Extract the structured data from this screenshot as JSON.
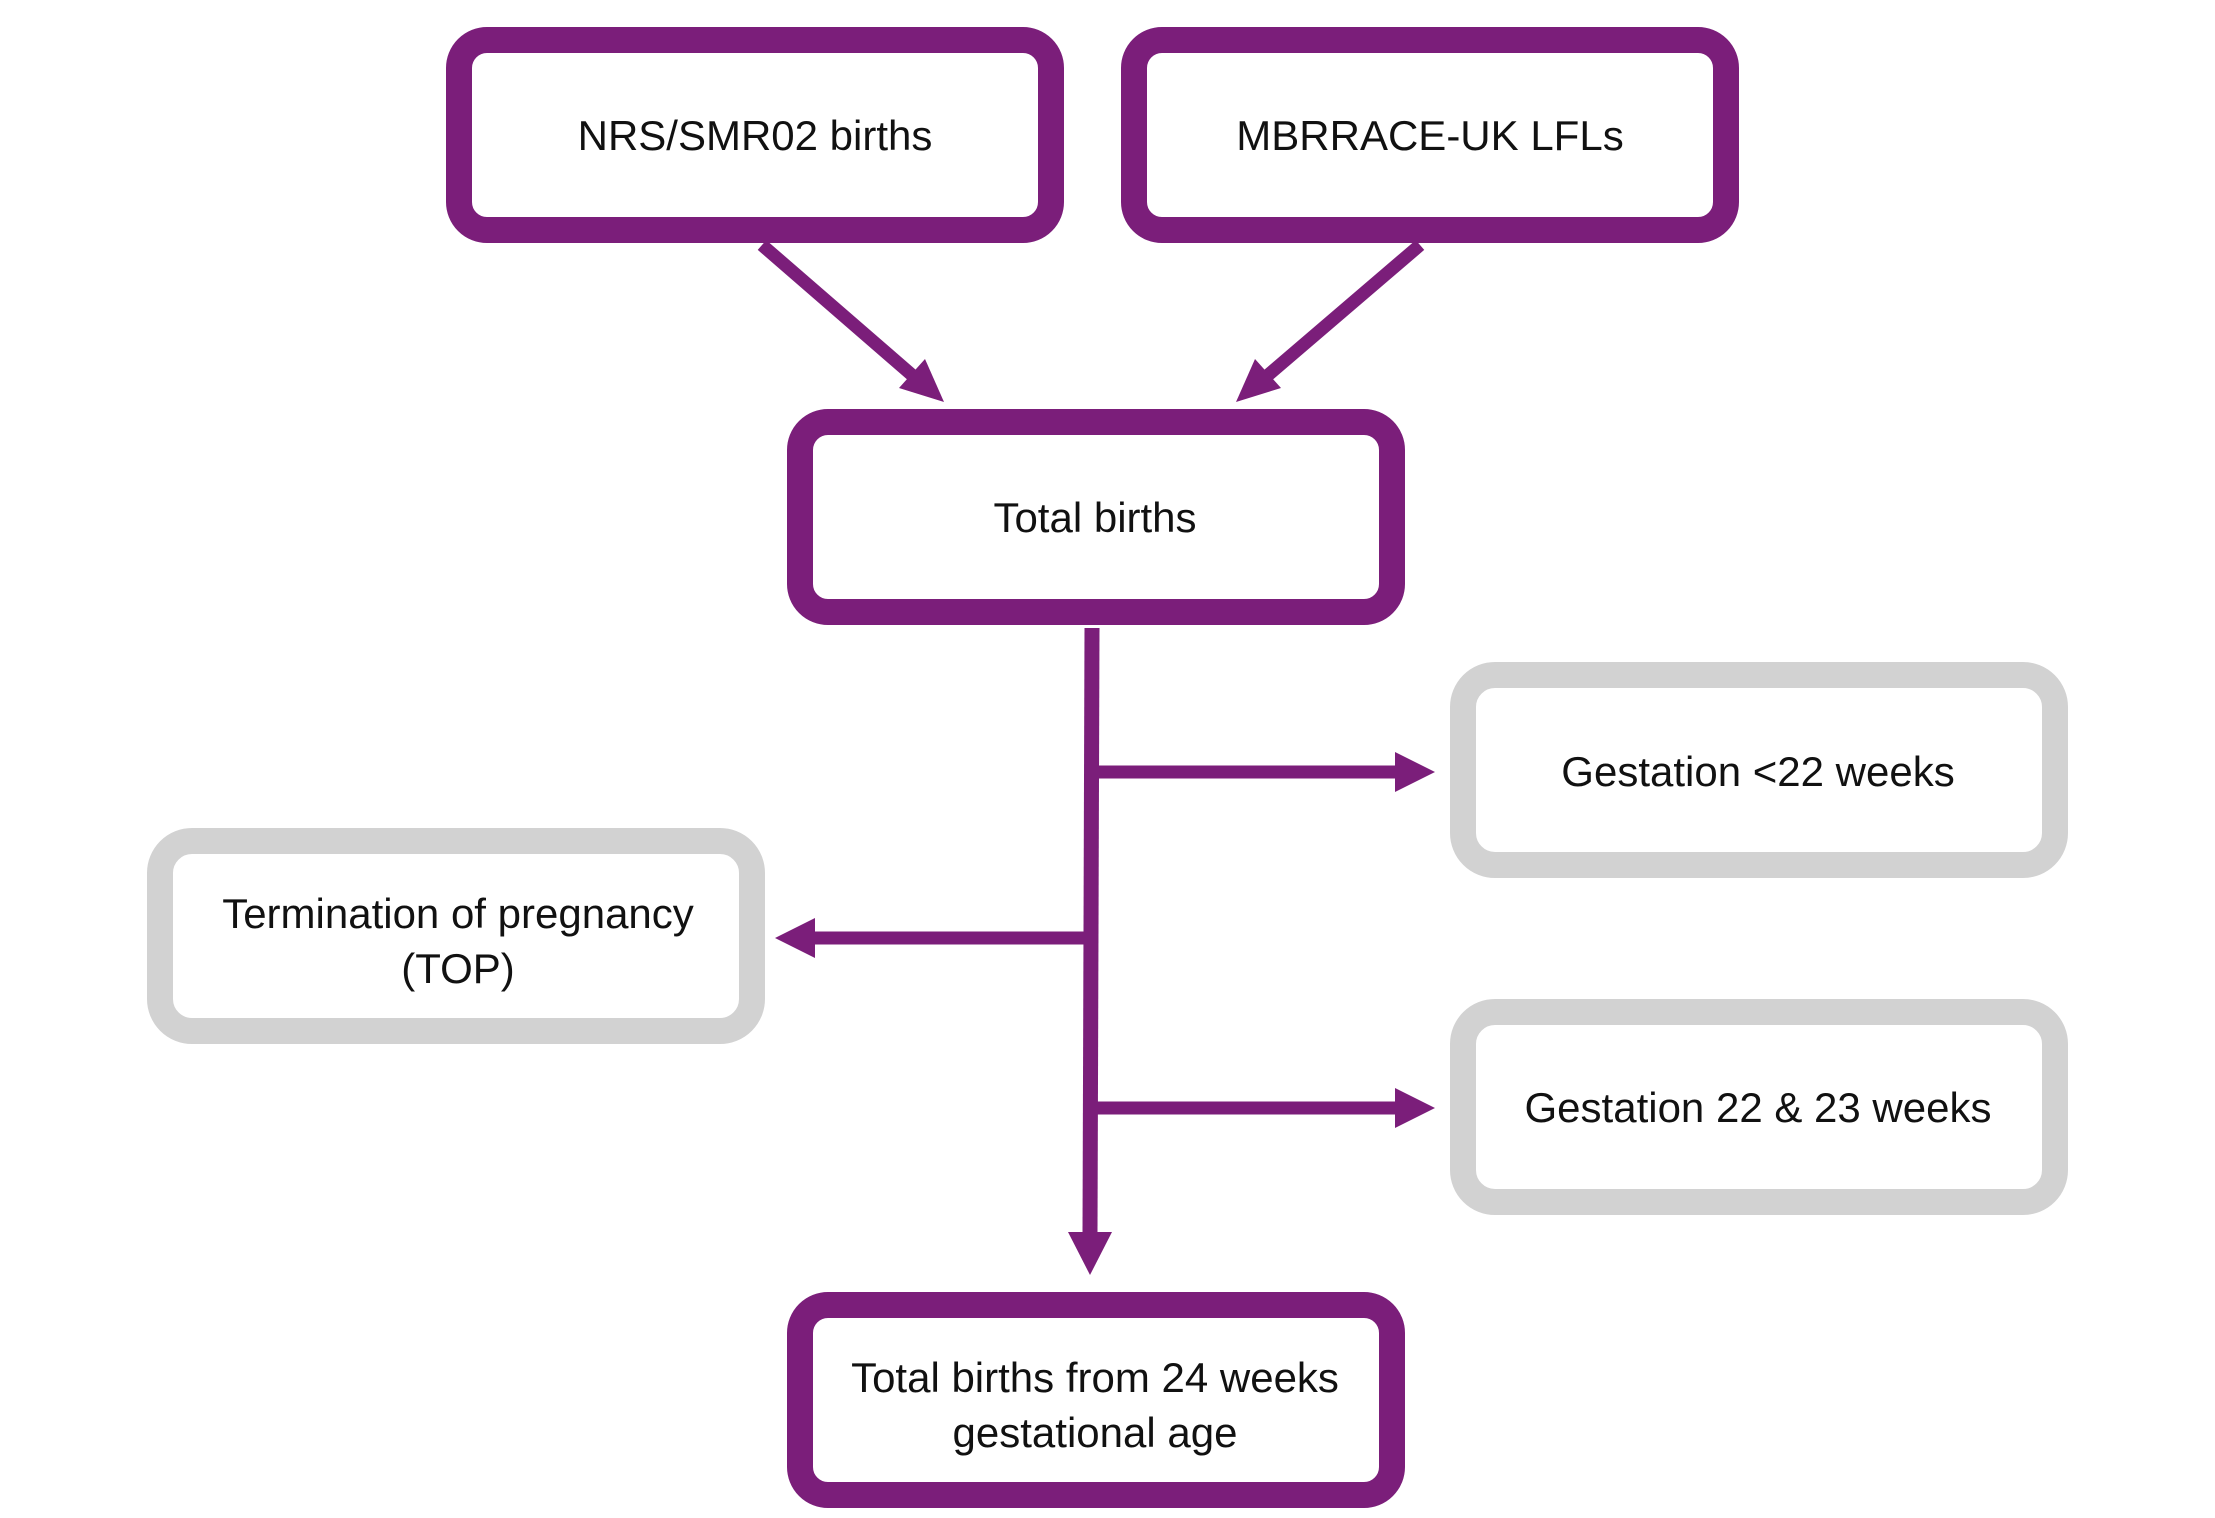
{
  "colors": {
    "primary": "#7b1e7a",
    "excluded": "#d2d2d2",
    "node_fill": "#ffffff",
    "text": "#111111"
  },
  "nodes": {
    "nrs_births": {
      "line1": "NRS/SMR02 births"
    },
    "mbrrace_lfls": {
      "line1": "MBRRACE-UK LFLs"
    },
    "total_births": {
      "line1": "Total births"
    },
    "gestation_under_22": {
      "line1": "Gestation <22 weeks"
    },
    "termination": {
      "line1": "Termination of pregnancy",
      "line2": "(TOP)"
    },
    "gestation_22_23": {
      "line1": "Gestation 22 & 23 weeks"
    },
    "births_from_24": {
      "line1": "Total births from 24 weeks",
      "line2": "gestational age"
    }
  }
}
